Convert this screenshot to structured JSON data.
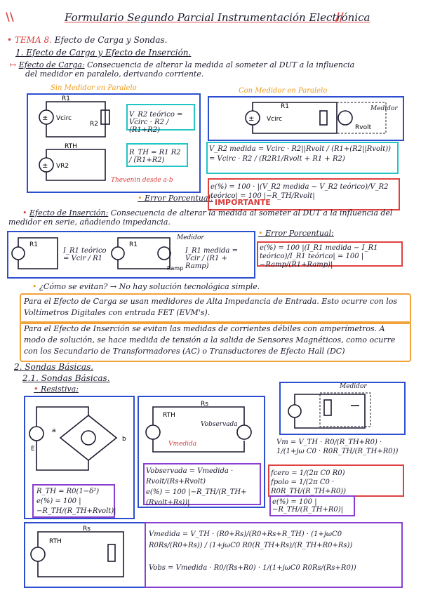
{
  "title": "Formulario Segundo Parcial Instrumentación Electrónica",
  "tema": {
    "label": "TEMA 8.",
    "name": "Efecto de Carga y Sondas."
  },
  "s1": {
    "title": "1. Efecto de Carga y Efecto de Inserción."
  },
  "carga": {
    "label": "Efecto de Carga:",
    "text1": "Consecuencia de alterar la medida al someter al DUT a la influencia",
    "text2": "del medidor en paralelo, derivando corriente.",
    "sin": "Sin Medidor en Paralelo",
    "con": "Con Medidor en Paralelo",
    "eq1": "V_R2 teórico = Vcirc · R2 / (R1+R2)",
    "eq2": "R_TH = R1 R2 / (R1+R2)",
    "thevenin": "Thevenin desde a-b",
    "eq3": "V_R2 medida = Vcirc · R2||Rvolt / (R1+(R2||Rvolt)) = Vcirc · R2 / (R2R1/Rvolt + R1 + R2)",
    "err_label": "Error Porcentual:",
    "err_eq": "e(%) = 100 · |(V_R2 medida − V_R2 teórico)/V_R2 teórico| = 100 |−R_TH/Rvolt|",
    "importante": "IMPORTANTE",
    "medidor": "Medidor"
  },
  "insercion": {
    "label": "Efecto de Inserción:",
    "text1": "Consecuencia de alterar la medida al someter al DUT a la influencia del",
    "text2": "medidor en serie, añadiendo impedancia.",
    "eq1": "I_R1 teórico = Vcir / R1",
    "eq2": "I_R1 medida = Vcir / (R1 + Ramp)",
    "err_label": "Error Porcentual:",
    "err_eq": "e(%) = 100 |(I_R1 medida − I_R1 teórico)/I_R1 teórico| = 100 |−Ramp/(R1+Ramp)|",
    "medidor": "Medidor"
  },
  "evitar": {
    "q": "¿Cómo se evitan?",
    "a": "No hay solución tecnológica simple."
  },
  "nota1": "Para el Efecto de Carga se usan medidores de Alta Impedancia de Entrada. Esto ocurre con los Voltímetros Digitales con entrada FET (EVM's).",
  "nota2": "Para el Efecto de Inserción se evitan las medidas de corrientes débiles con amperímetros. A modo de solución, se hace medida de tensión a la salida de Sensores Magnéticos, como ocurre con los Secundario de Transformadores (AC) o Transductores de Efecto Hall (DC)",
  "s2": {
    "title": "2. Sondas Básicas.",
    "sub": "2.1. Sondas Básicas.",
    "res": "Resistiva:"
  },
  "bridge": {
    "eq": "R_TH = R0(1−δ²)",
    "err": "e(%) = 100 |−R_TH/(R_TH+Rvolt)|"
  },
  "serie": {
    "eq1": "Vobservada = Vmedida · Rvolt/(Rs+Rvolt)",
    "eq2": "e(%) = 100 |−R_TH/(R_TH+(Rvolt+Rs))|",
    "obs": "Vobservada",
    "med": "Vmedida"
  },
  "cap": {
    "medidor": "Medidor",
    "eq1": "Vm = V_TH · R0/(R_TH+R0) · 1/(1+jω C0 · R0R_TH/(R_TH+R0))",
    "fc": "fcero = 1/(2π C0 R0)",
    "fp": "fpolo = 1/(2π C0 · R0R_TH/(R_TH+R0))",
    "err": "e(%) = 100 |−R_TH/(R_TH+R0)|"
  },
  "final": {
    "eq1": "Vmedida = V_TH · (R0+Rs)/(R0+Rs+R_TH) · (1+jωC0 R0Rs/(R0+Rs)) / (1+jωC0 R0(R_TH+Rs)/(R_TH+R0+Rs))",
    "eq2": "Vobs = Vmedida · R0/(Rs+R0) · 1/(1+jωC0 R0Rs/(Rs+R0))"
  }
}
